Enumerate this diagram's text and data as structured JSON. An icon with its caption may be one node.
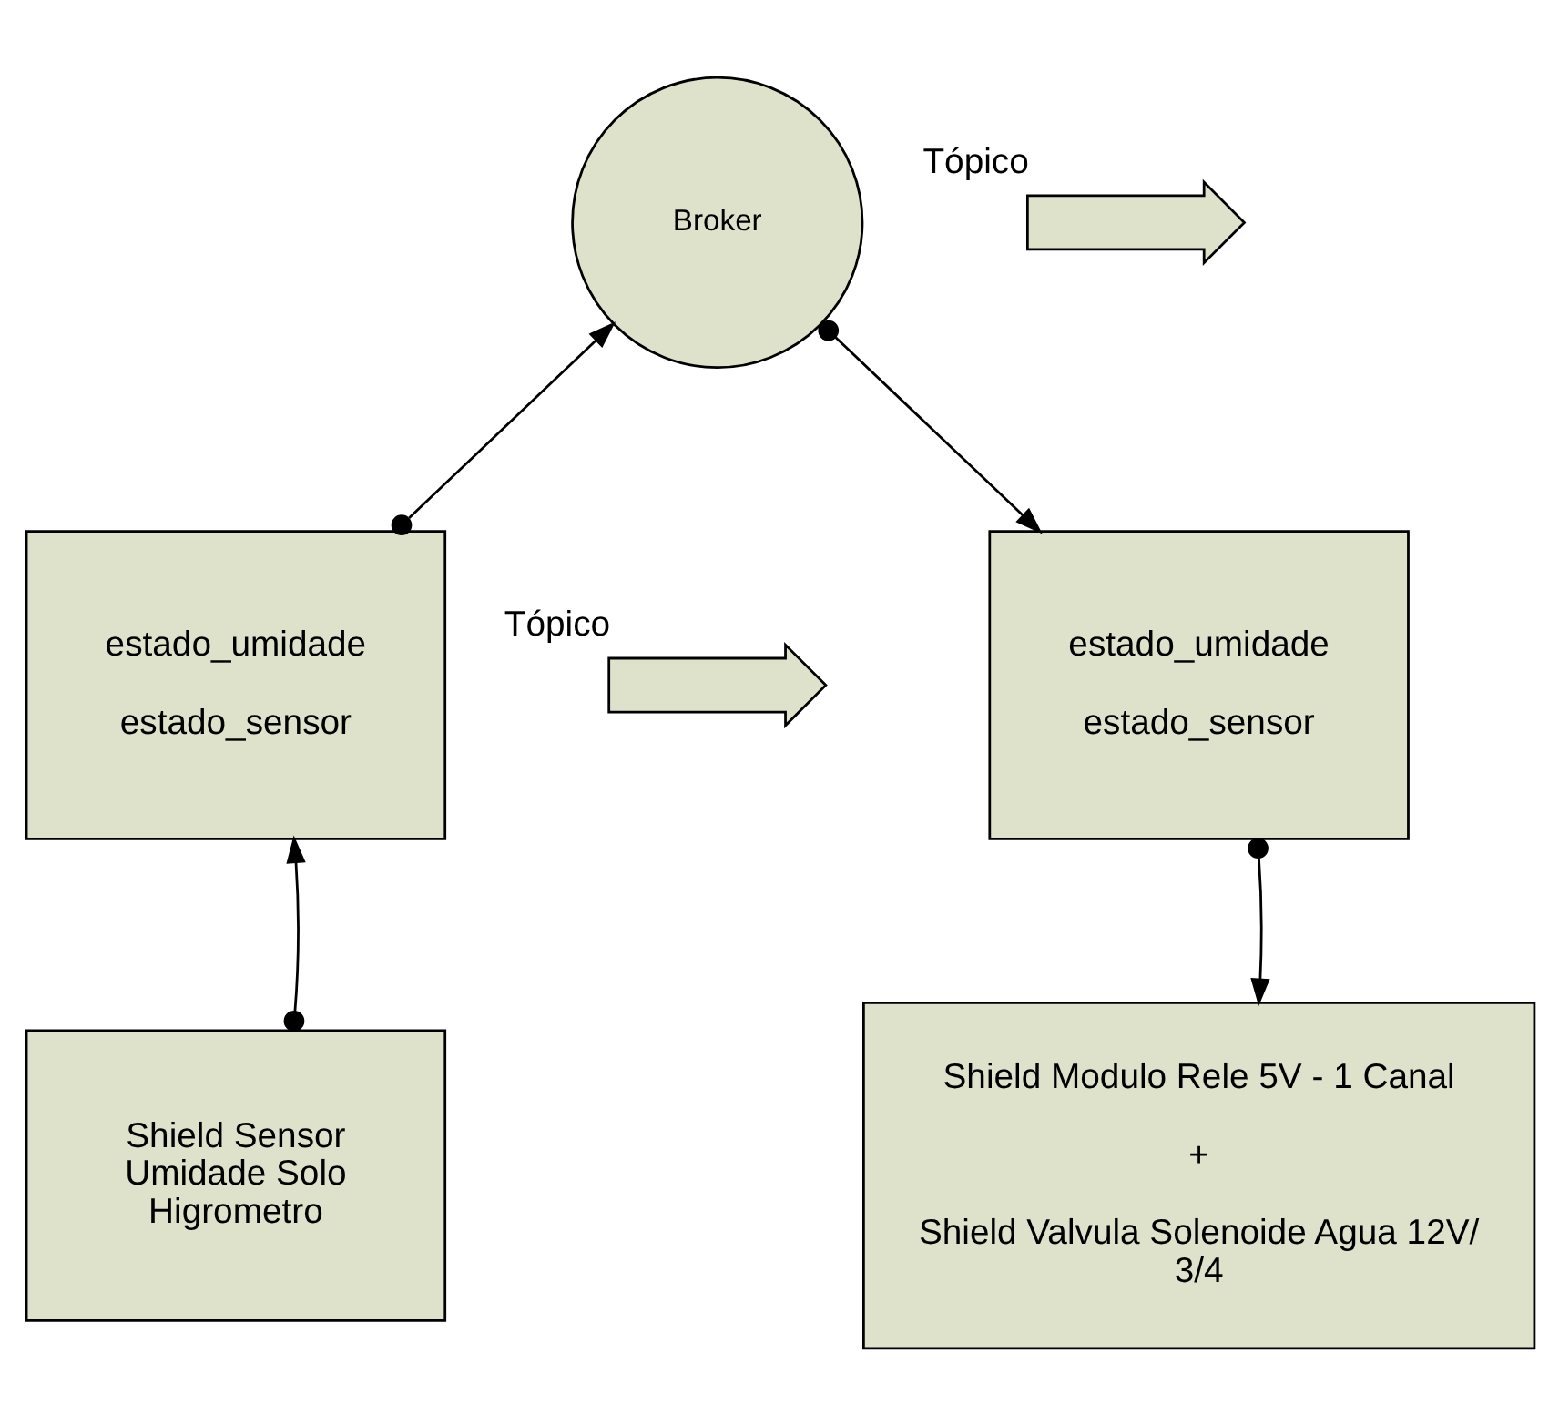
{
  "diagram": {
    "nodes": [
      {
        "text": [
          "Broker"
        ]
      },
      {
        "text": [
          "estado_umidade",
          "estado_sensor"
        ]
      },
      {
        "text": [
          "estado_umidade",
          "estado_sensor"
        ]
      },
      {
        "text": [
          "Shield Sensor Umidade Solo Higrometro"
        ]
      },
      {
        "text": [
          "Shield Modulo Rele 5V - 1 Canal",
          "+",
          "Shield Valvula Solenoide Agua 12V/ 3/4"
        ]
      },
      {
        "text": [],
        "shape": "arrow",
        "beside": [
          "Tópico"
        ]
      },
      {
        "text": [],
        "shape": "arrow",
        "beside": [
          "Tópico"
        ]
      }
    ],
    "edges": [
      {
        "from": 3,
        "to": 1,
        "arrow": "to"
      },
      {
        "from": 1,
        "to": 0,
        "arrow": "to"
      },
      {
        "from": 0,
        "to": 2,
        "arrow": "to"
      },
      {
        "from": 2,
        "to": 4,
        "arrow": "to"
      }
    ]
  }
}
